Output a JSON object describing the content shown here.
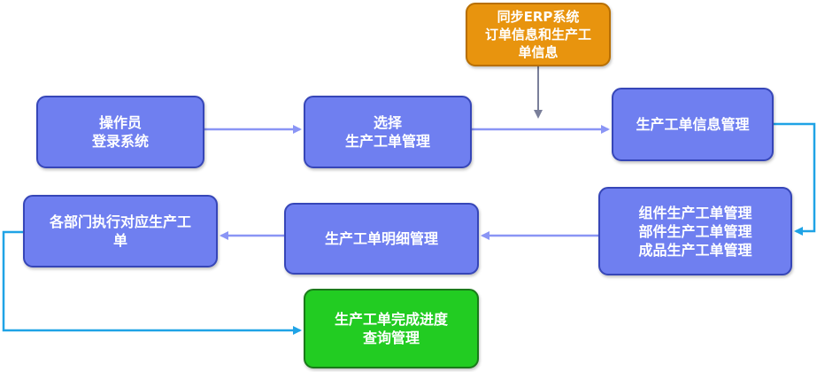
{
  "nodes": {
    "login": {
      "lines": [
        "操作员",
        "登录系统"
      ]
    },
    "select": {
      "lines": [
        "选择",
        "生产工单管理"
      ]
    },
    "erp": {
      "lines": [
        "同步ERP系统",
        "订单信息和生产工",
        "单信息"
      ]
    },
    "info": {
      "lines": [
        "生产工单信息管理"
      ]
    },
    "component": {
      "lines": [
        "组件生产工单管理",
        "部件生产工单管理",
        "成品生产工单管理"
      ]
    },
    "detail": {
      "lines": [
        "生产工单明细管理"
      ]
    },
    "dept": {
      "lines": [
        "各部门执行对应生产工",
        "单"
      ]
    },
    "progress": {
      "lines": [
        "生产工单完成进度",
        "查询管理"
      ]
    }
  },
  "colors": {
    "process_fill": "#6f7ff0",
    "process_border": "#3646b8",
    "external_fill": "#e8940e",
    "result_fill": "#22cc22",
    "arrow_purple": "#8a95f5",
    "arrow_gray": "#7a7f9a",
    "arrow_cyan": "#1fa3e6"
  }
}
